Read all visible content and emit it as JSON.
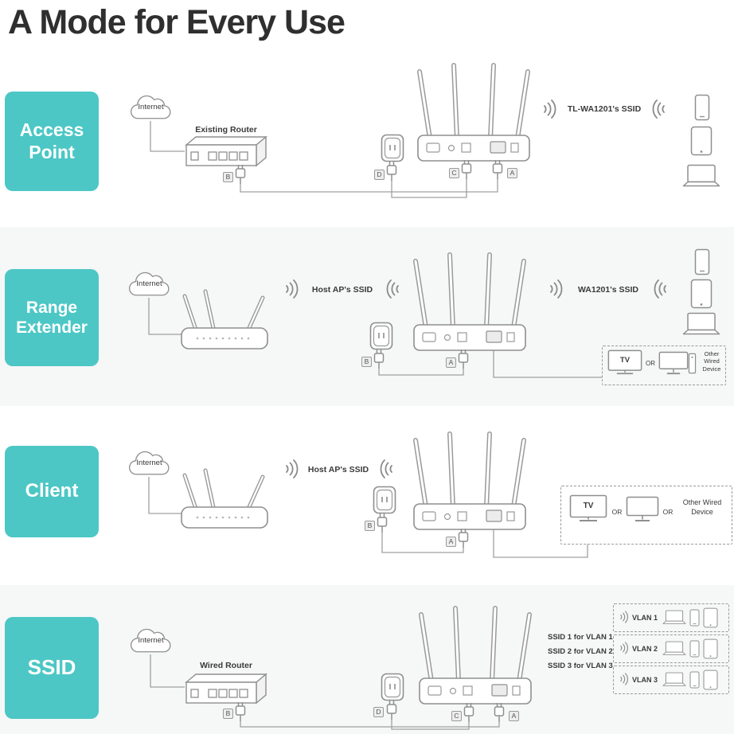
{
  "page": {
    "title": "A Mode for Every Use"
  },
  "shared": {
    "internet": "Internet",
    "or": "OR",
    "tv": "TV",
    "other_wired_device": "Other Wired Device"
  },
  "sections": [
    {
      "mode_label": "Access Point",
      "router_label": "Existing Router",
      "ssid_label": "TL-WA1201's SSID",
      "badges": {
        "router": "B",
        "outlet": "D",
        "power": "C",
        "lan": "A"
      }
    },
    {
      "mode_label": "Range Extender",
      "host_ssid_label": "Host AP's SSID",
      "ssid_label": "WA1201's SSID",
      "badges": {
        "outlet": "B",
        "power": "A"
      }
    },
    {
      "mode_label": "Client",
      "host_ssid_label": "Host AP's SSID",
      "badges": {
        "outlet": "B",
        "power": "A"
      }
    },
    {
      "mode_label": "SSID",
      "router_label": "Wired Router",
      "ssid_rules": [
        "SSID 1 for VLAN 1",
        "SSID 2 for VLAN 2",
        "SSID 3 for VLAN 3"
      ],
      "vlans": [
        "VLAN 1",
        "VLAN 2",
        "VLAN 3"
      ],
      "badges": {
        "router": "B",
        "outlet": "D",
        "power": "C",
        "lan": "A"
      }
    }
  ],
  "colors": {
    "accent_teal": "#4cc7c5",
    "band_gray": "#f6f7f7",
    "line_gray": "#9a9a9a",
    "title_text": "#2f2f2f"
  },
  "icons": [
    "internet-cloud",
    "wired-router",
    "wireless-router",
    "access-point-rear",
    "power-outlet",
    "power-plug",
    "wifi-signal",
    "phone",
    "tablet",
    "laptop",
    "tv",
    "monitor",
    "pc-tower"
  ]
}
